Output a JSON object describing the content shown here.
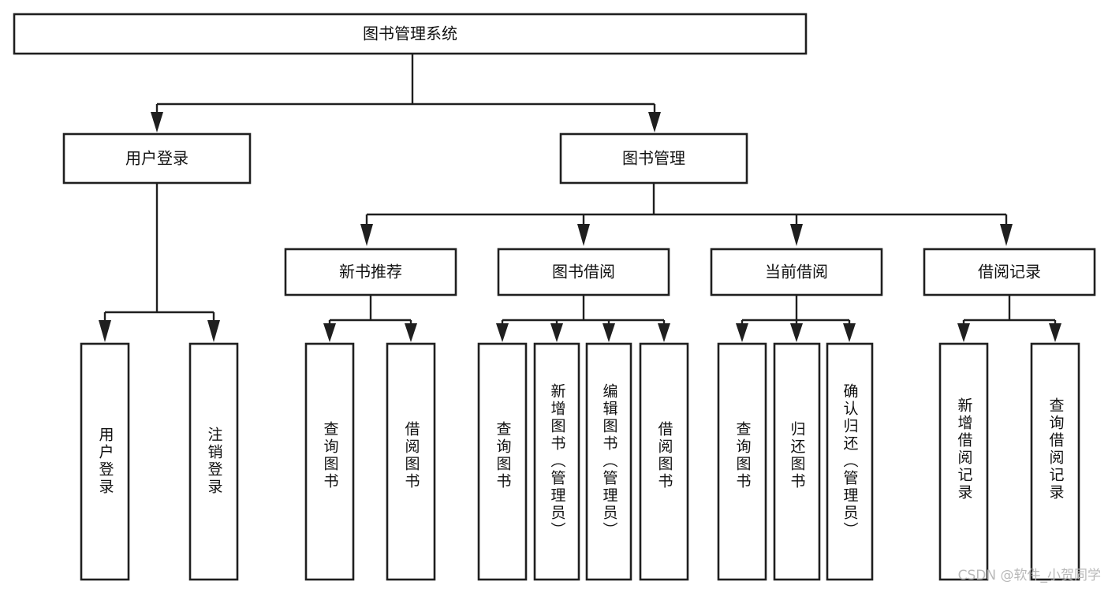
{
  "diagram": {
    "title": "图书管理系统",
    "type": "tree-hierarchy",
    "root": {
      "id": "root",
      "label": "图书管理系统"
    },
    "level2": [
      {
        "id": "user-login",
        "label": "用户登录"
      },
      {
        "id": "book-manage",
        "label": "图书管理"
      }
    ],
    "level3": [
      {
        "id": "new-book-recommend",
        "label": "新书推荐",
        "parent": "book-manage"
      },
      {
        "id": "book-borrow",
        "label": "图书借阅",
        "parent": "book-manage"
      },
      {
        "id": "current-borrow",
        "label": "当前借阅",
        "parent": "book-manage"
      },
      {
        "id": "borrow-record",
        "label": "借阅记录",
        "parent": "book-manage"
      }
    ],
    "leaves": {
      "user-login": [
        {
          "id": "leaf-user-login",
          "label": "用户登录"
        },
        {
          "id": "leaf-logout",
          "label": "注销登录"
        }
      ],
      "new-book-recommend": [
        {
          "id": "leaf-query-book-1",
          "label": "查询图书"
        },
        {
          "id": "leaf-borrow-book-1",
          "label": "借阅图书"
        }
      ],
      "book-borrow": [
        {
          "id": "leaf-query-book-2",
          "label": "查询图书"
        },
        {
          "id": "leaf-add-book",
          "label": "新增图书（管理员）"
        },
        {
          "id": "leaf-edit-book",
          "label": "编辑图书（管理员）"
        },
        {
          "id": "leaf-borrow-book-2",
          "label": "借阅图书"
        }
      ],
      "current-borrow": [
        {
          "id": "leaf-query-book-3",
          "label": "查询图书"
        },
        {
          "id": "leaf-return-book",
          "label": "归还图书"
        },
        {
          "id": "leaf-confirm-return",
          "label": "确认归还（管理员）"
        }
      ],
      "borrow-record": [
        {
          "id": "leaf-add-record",
          "label": "新增借阅记录"
        },
        {
          "id": "leaf-query-record",
          "label": "查询借阅记录"
        }
      ]
    }
  },
  "watermark": {
    "label": "CSDN @软件_小贺同学"
  },
  "colors": {
    "background": "#ffffff",
    "stroke": "#1f1f1f",
    "text": "#111111",
    "watermark": "#b9b9b9"
  }
}
